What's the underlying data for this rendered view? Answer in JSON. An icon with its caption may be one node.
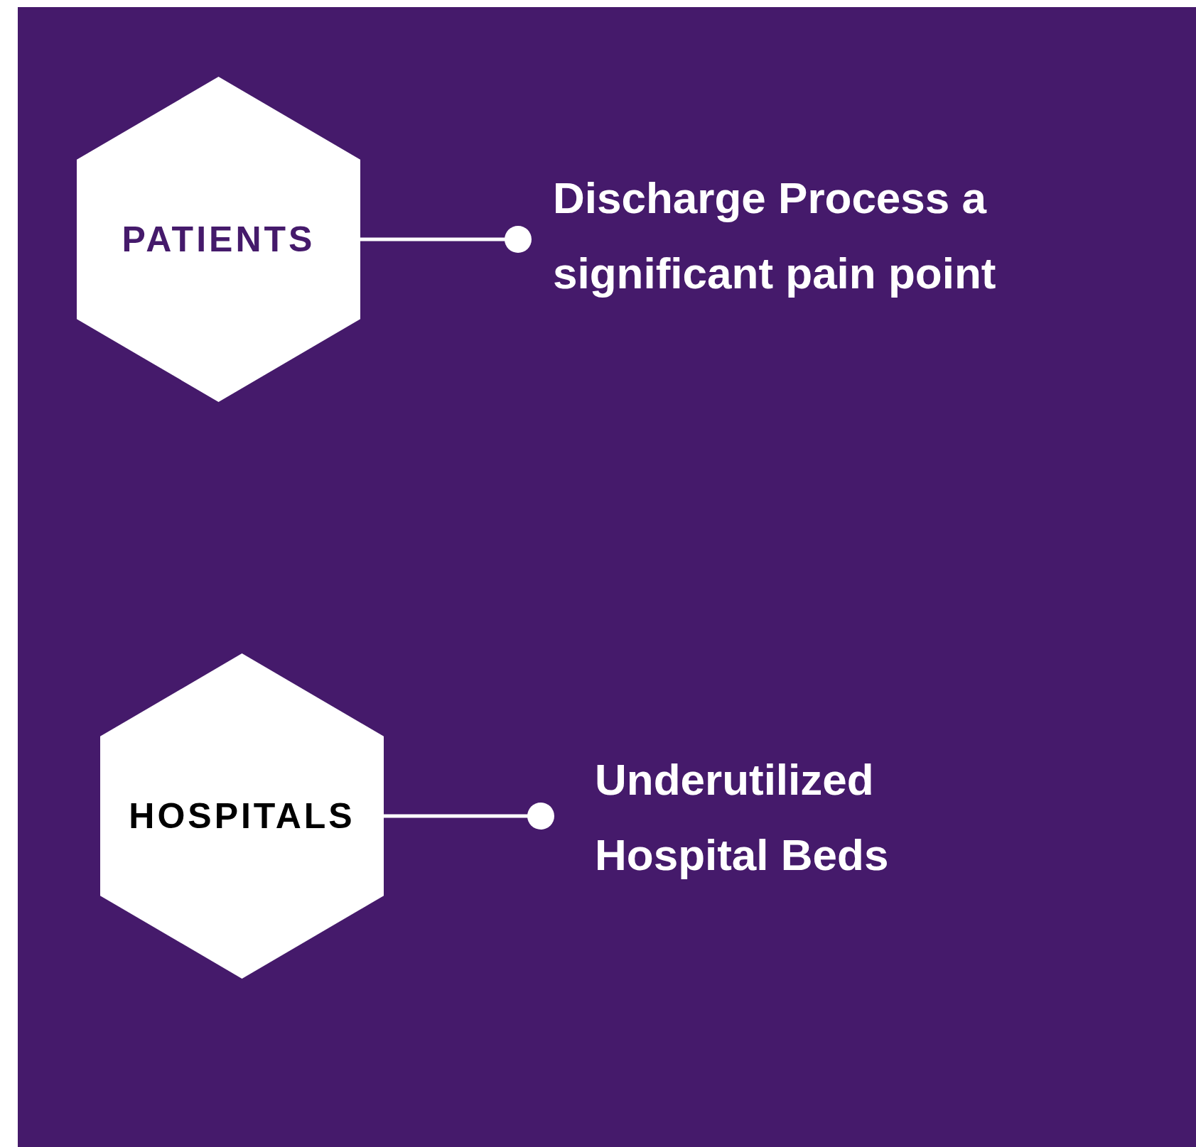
{
  "diagram": {
    "nodes": [
      {
        "text": [
          "PATIENTS"
        ]
      },
      {
        "text": [
          "Discharge Process a significant pain point"
        ]
      },
      {
        "text": [
          "HOSPITALS"
        ]
      },
      {
        "text": [
          "Underutilized Hospital Beds"
        ]
      }
    ],
    "edges": [
      {
        "from": 0,
        "to": 1,
        "arrow": "other"
      },
      {
        "from": 2,
        "to": 3,
        "arrow": "other"
      }
    ]
  }
}
